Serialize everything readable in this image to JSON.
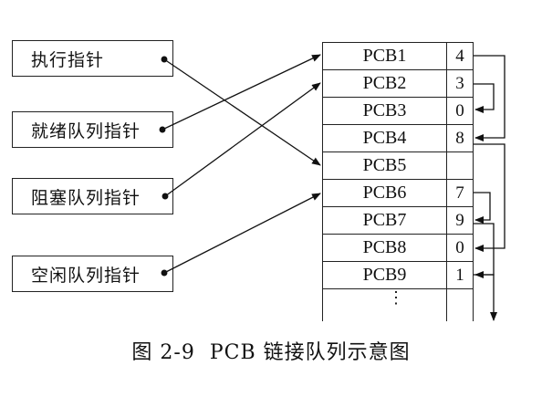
{
  "pointers": [
    {
      "label": "执行指针"
    },
    {
      "label": "就绪队列指针"
    },
    {
      "label": "阻塞队列指针"
    },
    {
      "label": "空闲队列指针"
    }
  ],
  "pcbs": [
    {
      "name": "PCB1",
      "next": "4"
    },
    {
      "name": "PCB2",
      "next": "3"
    },
    {
      "name": "PCB3",
      "next": "0"
    },
    {
      "name": "PCB4",
      "next": "8"
    },
    {
      "name": "PCB5",
      "next": ""
    },
    {
      "name": "PCB6",
      "next": "7"
    },
    {
      "name": "PCB7",
      "next": "9"
    },
    {
      "name": "PCB8",
      "next": "0"
    },
    {
      "name": "PCB9",
      "next": "1"
    }
  ],
  "ellipsis": "⋮",
  "caption": {
    "figure": "图 2-9",
    "title": "PCB 链接队列示意图"
  }
}
